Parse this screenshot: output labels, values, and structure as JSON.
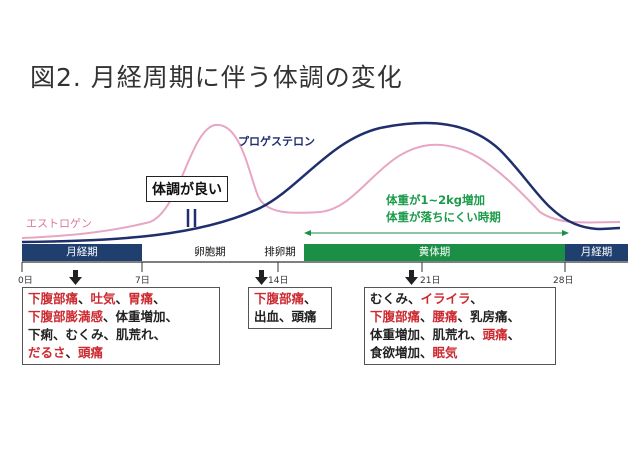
{
  "title": "図2.  月経周期に伴う体調の変化",
  "curves": {
    "estrogen_label": "エストロゲン",
    "progesterone_label": "プロゲステロン"
  },
  "good_label": "体調が良い",
  "weight_note": {
    "line1": "体重が1~2kg増加",
    "line2": "体重が落ちにくい時期"
  },
  "phases": {
    "menstruation": "月経期",
    "follicular": "卵胞期",
    "ovulation": "排卵期",
    "luteal": "黄体期",
    "menstruation2": "月経期"
  },
  "days": {
    "d0": "0日",
    "d7": "7日",
    "d14": "14日",
    "d21": "21日",
    "d28": "28日"
  },
  "boxes": {
    "b1": {
      "t1": "下腹部痛",
      "t2": "、",
      "t3": "吐気",
      "t4": "、",
      "t5": "胃痛",
      "t6": "、",
      "t7": "下腹部膨満感",
      "t8": "、体重増加、",
      "t9": "下痢、むくみ、肌荒れ、",
      "t10": "だるさ",
      "t11": "、",
      "t12": "頭痛"
    },
    "b2": {
      "t1": "下腹部痛",
      "t2": "、",
      "t3": "出血、頭痛"
    },
    "b3": {
      "t1": "むくみ、",
      "t2": "イライラ",
      "t3": "、",
      "t4": "下腹部痛",
      "t5": "、",
      "t6": "腰痛",
      "t7": "、乳房痛、",
      "t8": "体重増加、肌荒れ、",
      "t9": "頭痛",
      "t10": "、",
      "t11": "食欲増加、",
      "t12": "眠気"
    }
  },
  "colors": {
    "estrogen": "#e8a6c4",
    "progesterone": "#1f2f6e",
    "green": "#1a8f45",
    "red": "#cc2a30"
  }
}
